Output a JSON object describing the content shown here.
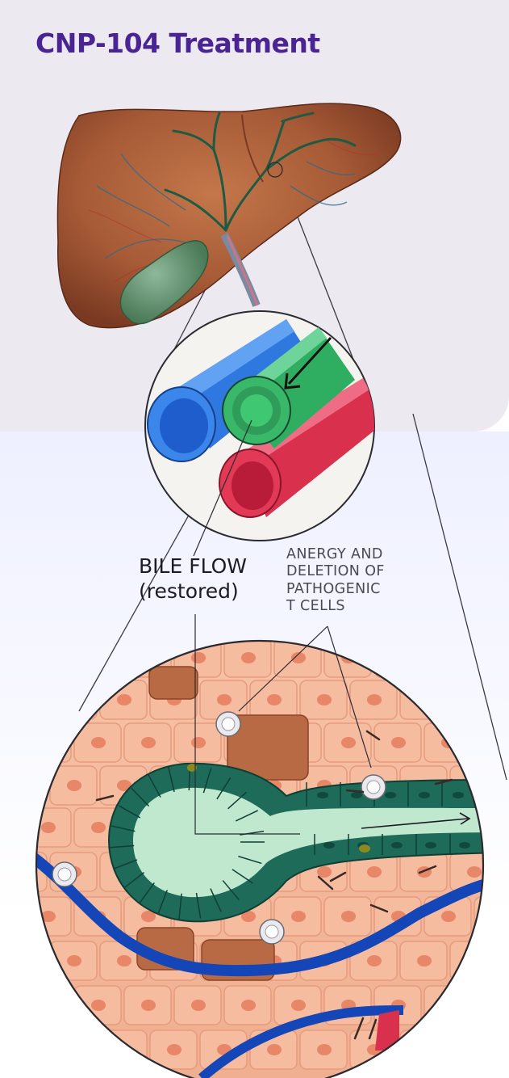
{
  "title": "CNP-104 Treatment",
  "labels": {
    "bile_flow_line1": "BILE FLOW",
    "bile_flow_line2": "(restored)",
    "anergy_line1": "ANERGY AND",
    "anergy_line2": "DELETION OF",
    "anergy_line3": "PATHOGENIC",
    "anergy_line4": "T CELLS"
  },
  "colors": {
    "title": "#4b2494",
    "panel": "#ece9f1",
    "liver": "#a65a36",
    "gallbladder": "#5f8c6c",
    "bile_duct": "#2fae62",
    "portal_vein": "#2f78e0",
    "hepatic_artery": "#d8304d",
    "hepatocyte": "#f4b79a",
    "cholangiocyte": "#1f6b5a",
    "duct_lumen": "#bfe8cf",
    "blood_vessel": "#1546b8",
    "t_cell": "#e9e9ee"
  },
  "icons": [
    "bile-flow-arrow-icon",
    "t-cell-icon"
  ]
}
